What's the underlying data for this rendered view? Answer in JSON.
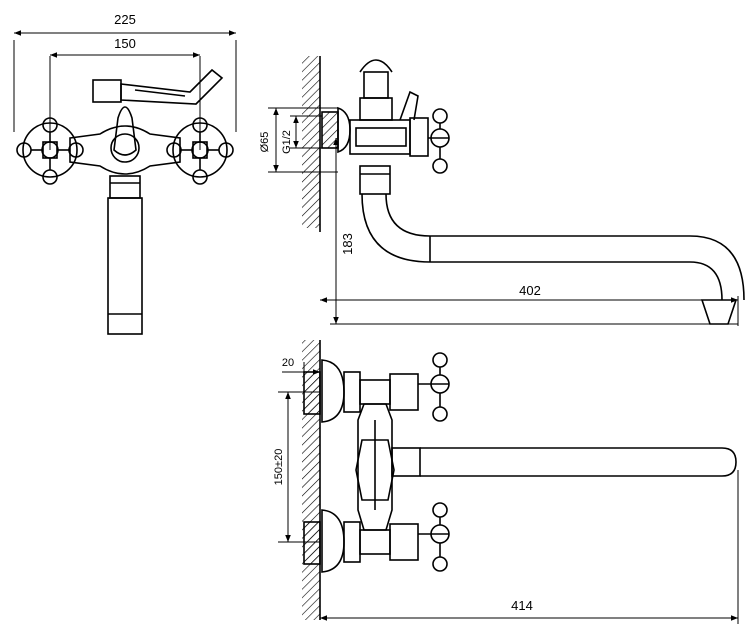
{
  "dimensions": {
    "front_overall_width": "225",
    "front_center_distance": "150",
    "side_flange_diameter": "Ø65",
    "side_thread": "G1/2",
    "side_spout_height": "183",
    "side_spout_reach": "402",
    "top_wall_offset": "20",
    "top_center_distance": "150±20",
    "top_spout_reach": "414"
  },
  "colors": {
    "line": "#000000",
    "background": "#ffffff",
    "hatch": "#333333"
  }
}
